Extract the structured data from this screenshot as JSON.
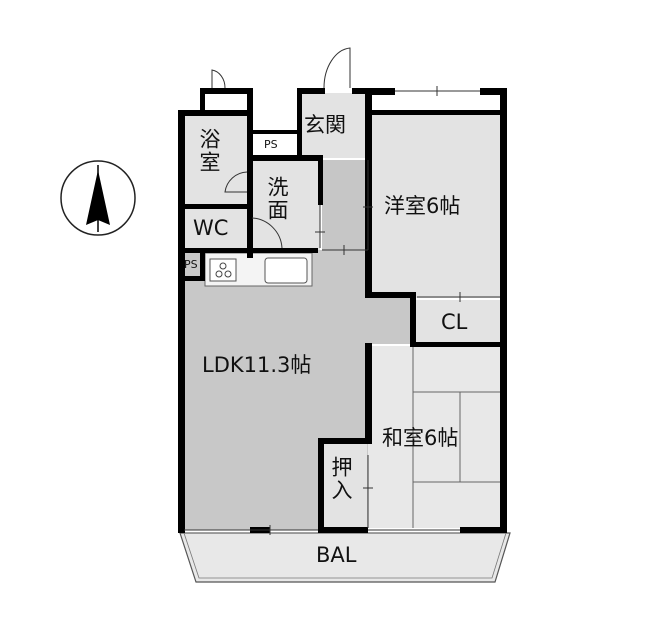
{
  "rooms": {
    "bath": "浴室",
    "wc": "WC",
    "ps_top": "PS",
    "ps_kitchen": "PS",
    "entrance": "玄関",
    "washroom": "洗面",
    "western_room": "洋室6帖",
    "closet": "CL",
    "ldk": "LDK11.3帖",
    "japanese_room": "和室6帖",
    "oshiire": "押入",
    "balcony": "BAL"
  },
  "colors": {
    "wall": "#000000",
    "ldk_fill": "#c8c8c8",
    "room_fill": "#e6e6e6",
    "line": "#555555"
  }
}
